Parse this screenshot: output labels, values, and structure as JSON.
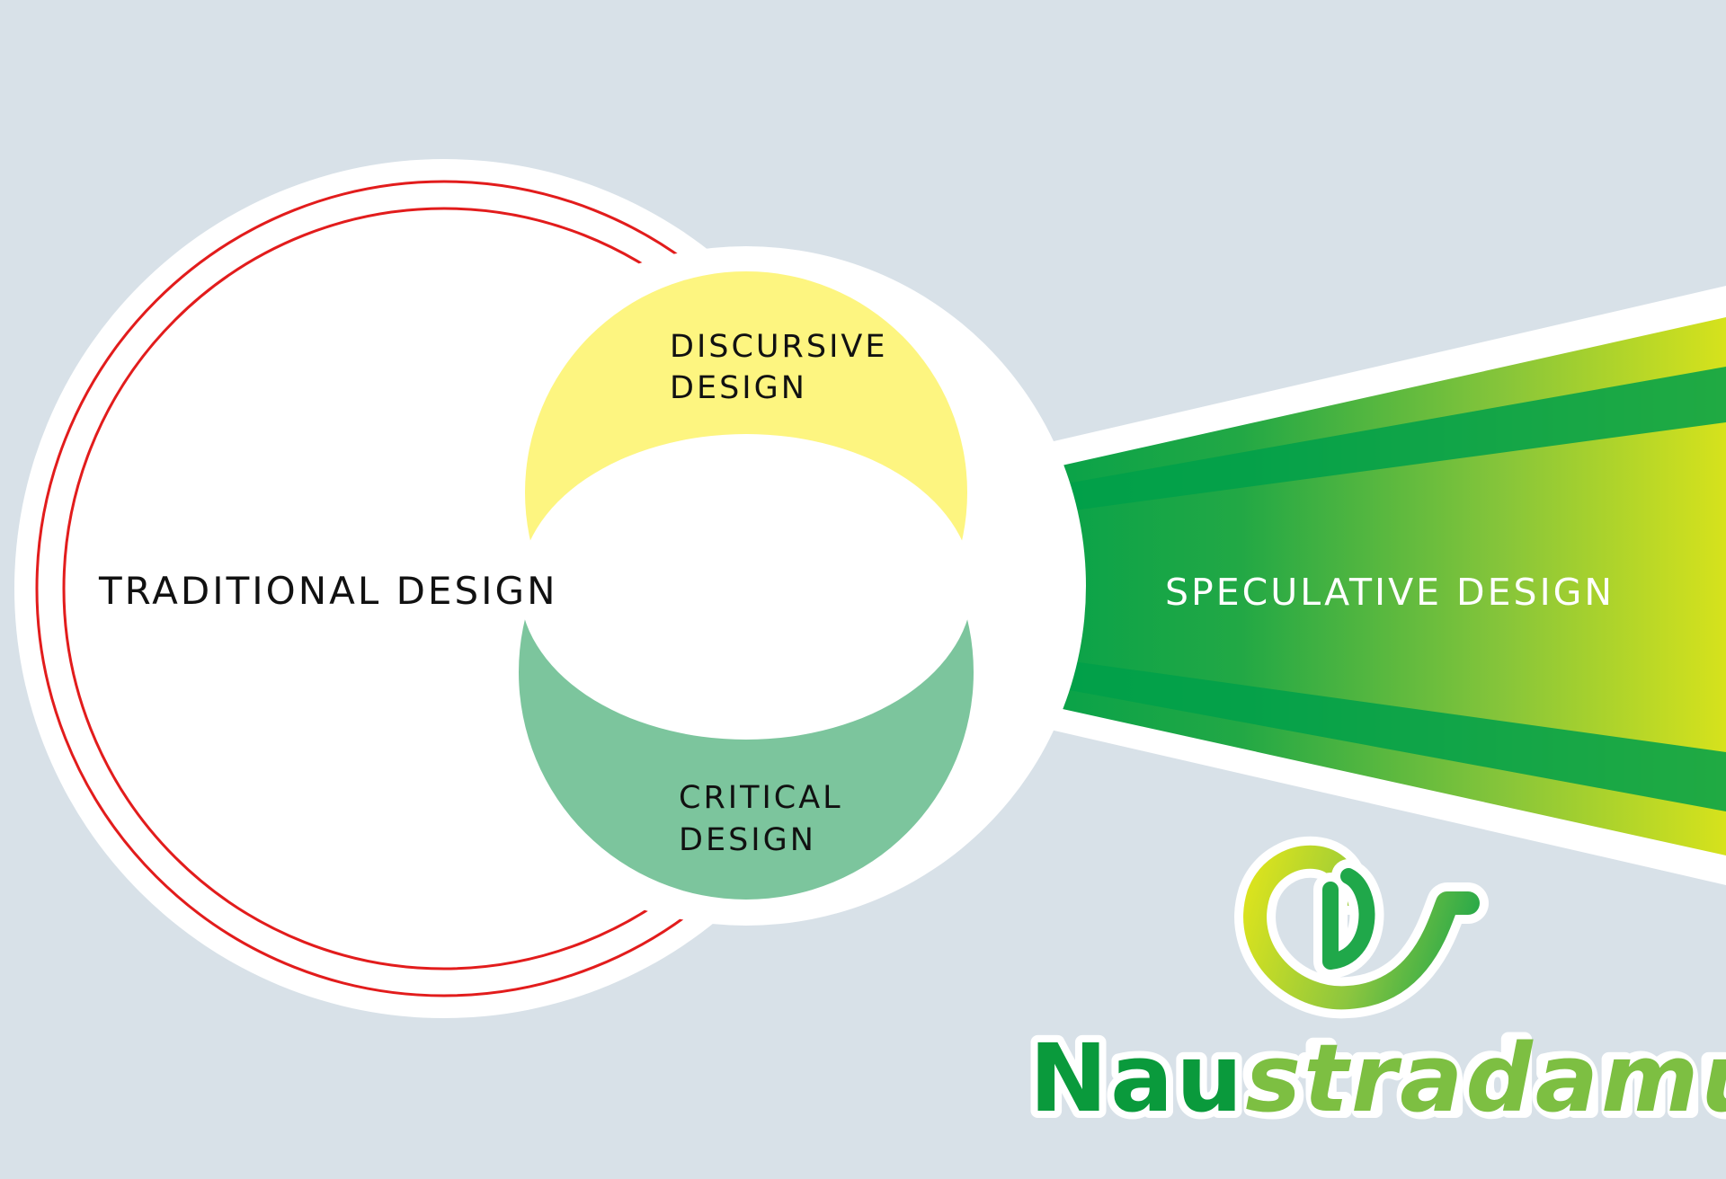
{
  "diagram": {
    "traditional_label": "TRADITIONAL DESIGN",
    "discursive_label_line1": "DISCURSIVE",
    "discursive_label_line2": "DESIGN",
    "critical_label_line1": "CRITICAL",
    "critical_label_line2": "DESIGN",
    "speculative_label": "SPECULATIVE DESIGN"
  },
  "logo": {
    "text_part1": "Nau",
    "text_part2": "stradamus"
  },
  "colors": {
    "background": "#d8e1e8",
    "discursive": "#fdf580",
    "critical": "#7cc59d",
    "ring": "#e21c1c",
    "green_dark": "#00a04a",
    "green_light": "#d6e21c"
  }
}
